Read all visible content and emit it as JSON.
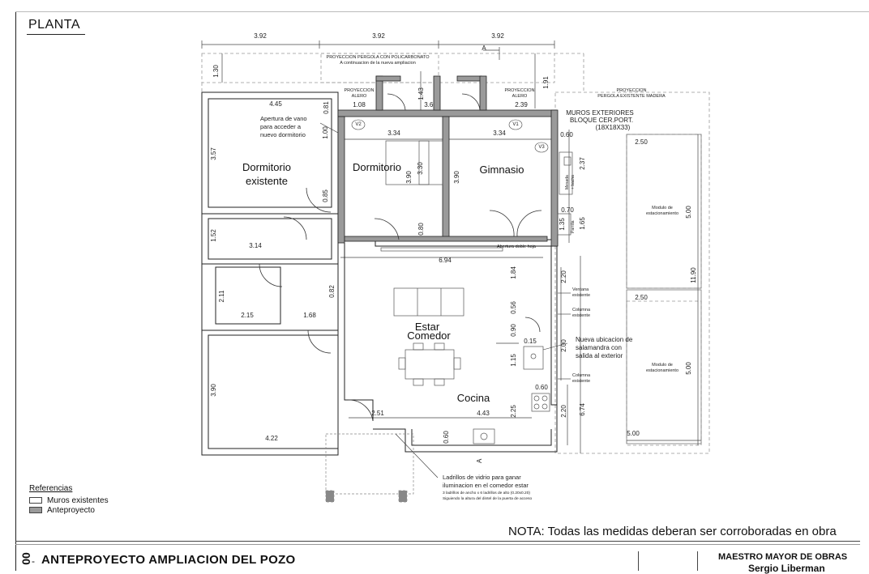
{
  "sheet": {
    "title": "PLANTA",
    "nota": "NOTA: Todas las medidas deberan ser corroboradas en obra",
    "references_title": "Referencias",
    "references": [
      {
        "label": "Muros existentes",
        "swatch": "#ffffff"
      },
      {
        "label": "Anteproyecto",
        "swatch": "#9a9a9a"
      }
    ],
    "title_block": {
      "number": "00",
      "dash": "-",
      "title": "ANTEPROYECTO AMPLIACION DEL POZO",
      "role": "MAESTRO MAYOR DE OBRAS",
      "name": "Sergio Liberman"
    }
  },
  "plan": {
    "rooms": {
      "dormitorio_existente_1": "Dormitorio",
      "dormitorio_existente_2": "existente",
      "dormitorio": "Dormitorio",
      "gimnasio": "Gimnasio",
      "estar": "Estar",
      "comedor": "Comedor",
      "cocina": "Cocina"
    },
    "dimensions": {
      "top_1": "3.92",
      "top_2": "3.92",
      "top_3": "3.92",
      "d_130": "1.30",
      "d_191": "1.91",
      "d_143": "1.43",
      "d_445": "4.45",
      "d_081": "0.81",
      "d_108": "1.08",
      "d_360": "3.60",
      "d_239": "2.39",
      "d_357": "3.57",
      "d_100": "1.00",
      "d_334a": "3.34",
      "d_334b": "3.34",
      "d_330": "3.30",
      "d_390a": "3.90",
      "d_390b": "3.90",
      "d_085": "0.85",
      "d_060a": "0.60",
      "d_237": "2.37",
      "d_070": "0.70",
      "d_135": "1.35",
      "d_165": "1.65",
      "d_152": "1.52",
      "d_314": "3.14",
      "d_080": "0.80",
      "d_694": "6.94",
      "d_184": "1.84",
      "d_220a": "2.20",
      "d_082": "0.82",
      "d_211": "2.11",
      "d_215": "2.15",
      "d_168": "1.68",
      "d_056": "0.56",
      "d_090": "0.90",
      "d_015": "0.15",
      "d_200": "2.00",
      "d_115": "1.15",
      "d_390c": "3.90",
      "d_060b": "0.60",
      "d_251": "2.51",
      "d_443": "4.43",
      "d_225": "2.25",
      "d_220b": "2.20",
      "d_674": "6.74",
      "d_422": "4.22",
      "d_060c": "0.60",
      "d_250a": "2.50",
      "d_500a": "5.00",
      "d_1190": "11.90",
      "d_250b": "2.50",
      "d_500b": "5.00",
      "d_500c": "5.00"
    },
    "notes": {
      "pergola_1": "PROYECCION PERGOLA CON POLICARBONATO",
      "pergola_2": "A continuacion de la nueva ampliacion",
      "alero_1a": "PROYECCION",
      "alero_1b": "ALERO",
      "alero_2a": "PROYECCION",
      "alero_2b": "ALERO",
      "pergola_ex_1": "PROYECCION",
      "pergola_ex_2": "PERGOLA EXISTENTE MADERA",
      "muros_1": "MUROS EXTERIORES",
      "muros_2": "BLOQUE CER.PORT.",
      "muros_3": "(18X18X33)",
      "vano_1": "Apertura de vano",
      "vano_2": "para acceder a",
      "vano_3": "nuevo dormitorio",
      "abertura": "Abertura doble hoja",
      "ventana_1": "Ventana",
      "ventana_2": "existente",
      "columna1_1": "Columna",
      "columna1_2": "existente",
      "columna2_1": "Columna",
      "columna2_2": "existente",
      "salamandra_1": "Nueva ubicacion de",
      "salamandra_2": "salamandra con",
      "salamandra_3": "salida al exterior",
      "ladrillos_1": "Ladrillos de vidrio para ganar",
      "ladrillos_2": "iluminacion en el comedor estar",
      "ladrillos_3": "3 ladrillos de ancho x 6 ladrillos de alto (0.20x0.20)",
      "ladrillos_4": "Siguiendo la altura del dintel de la puerta de acceso",
      "modulo_1a": "Modulo de",
      "modulo_1b": "estacionamiento",
      "modulo_2a": "Modulo de",
      "modulo_2b": "estacionamiento",
      "mesada_1": "Mesada",
      "mesada_2": "+ bacha",
      "parrilla": "Parrilla",
      "v1": "V1",
      "v2": "V2",
      "v3": "V3",
      "cut_a_top": "A",
      "cut_a_bottom": "A"
    }
  }
}
